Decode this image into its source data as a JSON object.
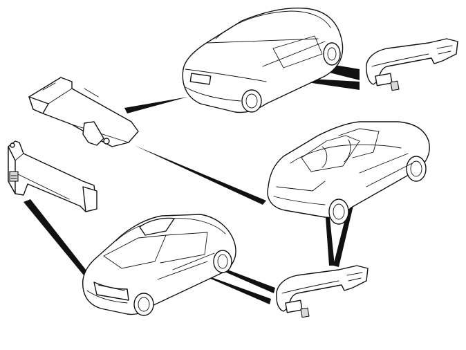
{
  "colors": {
    "line": "#111111",
    "background": "#ffffff",
    "shade": "#d9d9d9"
  },
  "components": [
    {
      "id": "antenna-module-upper",
      "kind": "keyless-antenna-module"
    },
    {
      "id": "antenna-module-lower",
      "kind": "keyless-antenna-module"
    },
    {
      "id": "door-handle-upper",
      "kind": "door-handle"
    },
    {
      "id": "door-handle-lower",
      "kind": "door-handle"
    }
  ],
  "vehicles": [
    {
      "id": "coupe-rear-view",
      "kind": "coupe"
    },
    {
      "id": "convertible",
      "kind": "convertible"
    },
    {
      "id": "hatchback",
      "kind": "hatchback"
    }
  ]
}
